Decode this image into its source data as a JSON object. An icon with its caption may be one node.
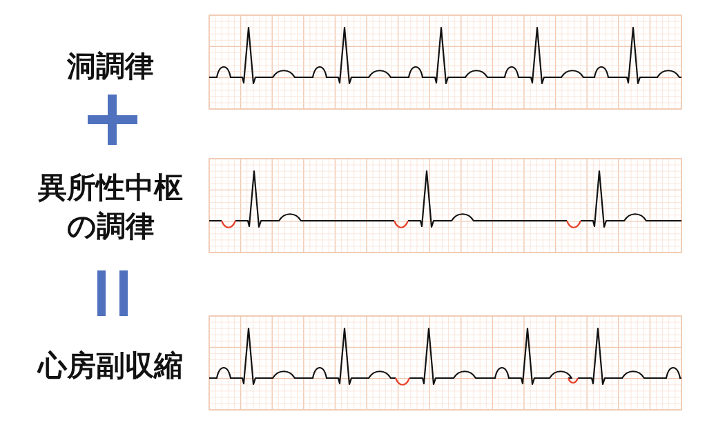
{
  "diagram": {
    "labels": [
      "洞調律",
      "異所性中枢の調律",
      "心房副収縮"
    ]
  }
}
